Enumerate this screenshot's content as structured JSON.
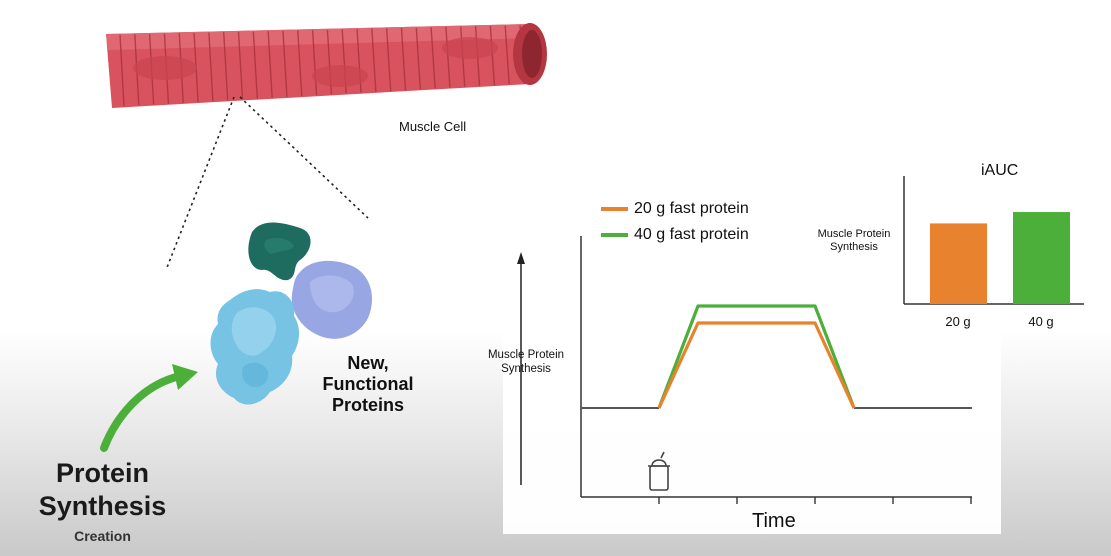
{
  "labels": {
    "muscle_cell": "Muscle Cell",
    "new_proteins": "New, Functional Proteins",
    "protein_synthesis": "Protein Synthesis",
    "creation": "Creation"
  },
  "main_chart": {
    "y_label": "Muscle Protein Synthesis",
    "x_label": "Time",
    "legend": [
      {
        "label": "20 g fast protein",
        "color": "#e8822e"
      },
      {
        "label": "40 g fast protein",
        "color": "#4caf3a"
      }
    ]
  },
  "inset_chart": {
    "title": "iAUC",
    "y_label": "Muscle Protein Synthesis"
  },
  "colors": {
    "orange": "#e8822e",
    "green": "#4caf3a",
    "muscle": "#d9535e",
    "muscle_dark": "#b33641",
    "arrow": "#4caf3a"
  },
  "chart_data": [
    {
      "type": "line",
      "xlabel": "Time",
      "ylabel": "Muscle Protein Synthesis",
      "x": [
        0,
        1,
        1.5,
        3,
        3.5,
        5
      ],
      "series": [
        {
          "name": "20 g fast protein",
          "values": [
            0,
            0,
            1.0,
            1.0,
            0,
            0
          ]
        },
        {
          "name": "40 g fast protein",
          "values": [
            0,
            0,
            1.2,
            1.2,
            0,
            0
          ]
        }
      ],
      "grid": false
    },
    {
      "type": "bar",
      "title": "iAUC",
      "ylabel": "Muscle Protein Synthesis",
      "categories": [
        "20 g",
        "40 g"
      ],
      "values": [
        0.85,
        0.97
      ],
      "ylim": [
        0,
        1.35
      ],
      "colors": [
        "#e8822e",
        "#4caf3a"
      ]
    }
  ]
}
